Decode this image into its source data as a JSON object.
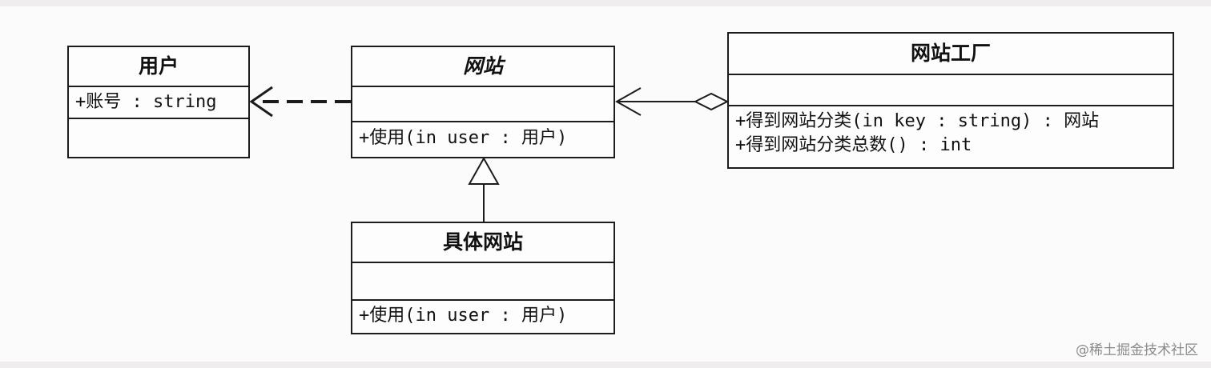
{
  "classes": {
    "user": {
      "name": "用户",
      "attributes": [
        "+账号 : string"
      ],
      "operations": []
    },
    "website": {
      "name": "网站",
      "attributes": [],
      "operations": [
        "+使用(in user : 用户)"
      ]
    },
    "website_factory": {
      "name": "网站工厂",
      "attributes": [],
      "operations": [
        "+得到网站分类(in key : string) : 网站",
        "+得到网站分类总数() : int"
      ]
    },
    "concrete_website": {
      "name": "具体网站",
      "attributes": [],
      "operations": [
        "+使用(in user : 用户)"
      ]
    }
  },
  "watermark": "@稀土掘金技术社区"
}
